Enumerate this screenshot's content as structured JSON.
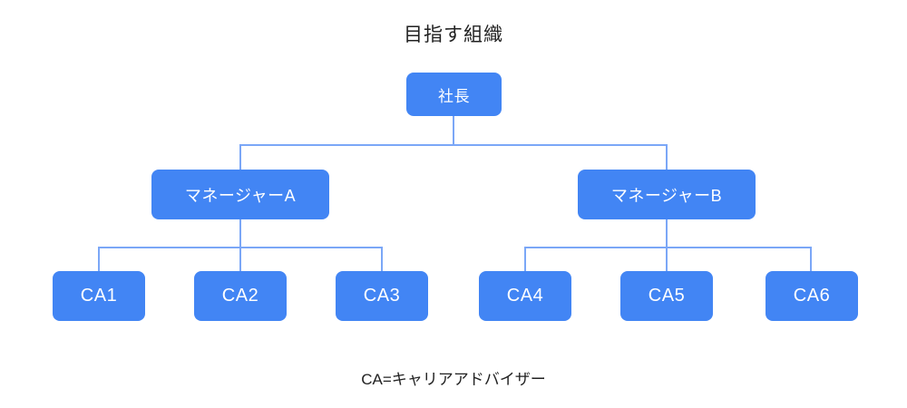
{
  "title": "目指す組織",
  "caption": "CA=キャリアアドバイザー",
  "colors": {
    "background": "#FFFFFF",
    "node_fill": "#4285F4",
    "node_text": "#FFFFFF",
    "connector": "#7BA7F7",
    "text": "#212121"
  },
  "org": {
    "president": {
      "label": "社長"
    },
    "managers": [
      {
        "label": "マネージャーA",
        "reports": [
          "CA1",
          "CA2",
          "CA3"
        ]
      },
      {
        "label": "マネージャーB",
        "reports": [
          "CA4",
          "CA5",
          "CA6"
        ]
      }
    ],
    "advisors": [
      {
        "label": "CA1"
      },
      {
        "label": "CA2"
      },
      {
        "label": "CA3"
      },
      {
        "label": "CA4"
      },
      {
        "label": "CA5"
      },
      {
        "label": "CA6"
      }
    ]
  }
}
